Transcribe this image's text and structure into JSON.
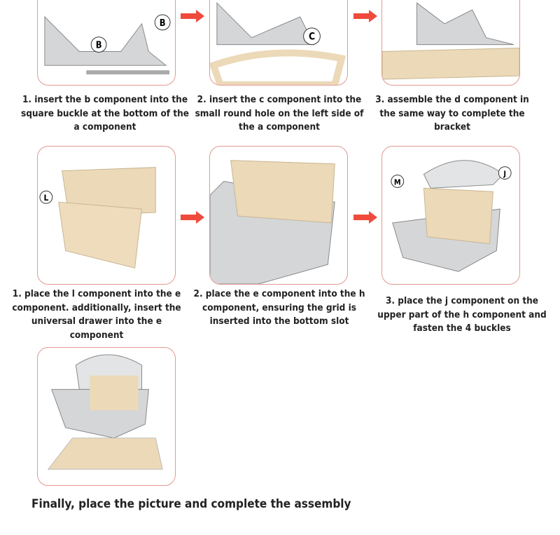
{
  "steps_row1": [
    {
      "caption": "1. insert the b component into the square buckle at the bottom of the a component",
      "labels": [
        "B",
        "B"
      ]
    },
    {
      "caption": "2. insert the c component into the small round hole on the left side of the a component",
      "labels": [
        "C"
      ]
    },
    {
      "caption": "3. assemble the d component in the same way to complete the bracket",
      "labels": []
    }
  ],
  "steps_row2": [
    {
      "caption": "1.  place the l component into the e component. additionally, insert the universal drawer into the e component",
      "labels": [
        "L"
      ]
    },
    {
      "caption": "2. place the e component into the h component, ensuring the grid is inserted into the bottom slot",
      "labels": []
    },
    {
      "caption": "3. place the j component on the upper part of the h component and fasten the 4 buckles",
      "labels": [
        "M",
        "J"
      ]
    }
  ],
  "final_caption": "Finally, place the picture and complete the assembly",
  "colors": {
    "border": "#e09a92",
    "arrow": "#ef4a3c",
    "plastic": "#c9cbcd",
    "beige": "#ecd9b8"
  }
}
